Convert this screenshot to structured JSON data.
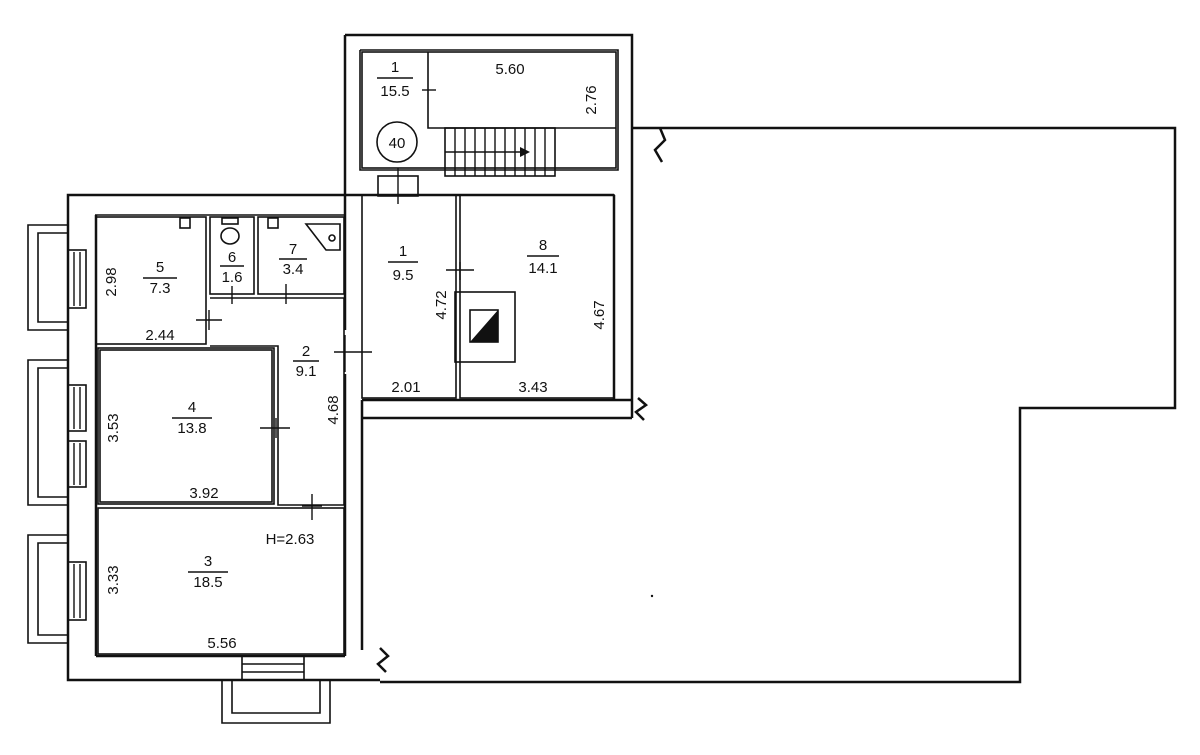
{
  "rooms": [
    {
      "id": "1",
      "num": "1",
      "area": "15.5"
    },
    {
      "id": "1b",
      "num": "1",
      "area": "9.5"
    },
    {
      "id": "2",
      "num": "2",
      "area": "9.1"
    },
    {
      "id": "3",
      "num": "3",
      "area": "18.5"
    },
    {
      "id": "4",
      "num": "4",
      "area": "13.8"
    },
    {
      "id": "5",
      "num": "5",
      "area": "7.3"
    },
    {
      "id": "6",
      "num": "6",
      "area": "1.6"
    },
    {
      "id": "7",
      "num": "7",
      "area": "3.4"
    },
    {
      "id": "8",
      "num": "8",
      "area": "14.1"
    }
  ],
  "dimensions": {
    "d_5_60": "5.60",
    "d_2_76": "2.76",
    "d_2_98": "2.98",
    "d_2_44": "2.44",
    "d_4_72": "4.72",
    "d_4_67": "4.67",
    "d_2_01": "2.01",
    "d_3_43": "3.43",
    "d_3_53": "3.53",
    "d_4_68": "4.68",
    "d_3_92": "3.92",
    "d_3_33": "3.33",
    "d_5_56": "5.56"
  },
  "height_label": "H=2.63",
  "marker": "40"
}
